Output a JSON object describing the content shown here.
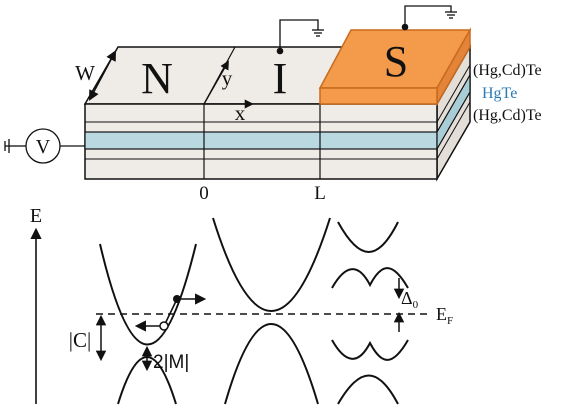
{
  "device": {
    "regions": {
      "normal": "N",
      "insulator": "I",
      "superconductor": "S"
    },
    "width_label": "W",
    "axis_x": "x",
    "axis_y": "y",
    "position_zero": "0",
    "position_L": "L",
    "voltmeter": "V",
    "layers": {
      "top": "(Hg,Cd)Te",
      "middle": "HgTe",
      "bottom": "(Hg,Cd)Te"
    }
  },
  "band_diagram": {
    "energy_axis": "E",
    "fermi_main": "E",
    "fermi_sub": "F",
    "delta_main": "Δ",
    "delta_sub": "0",
    "c_label": "|C|",
    "m_label": "2|M|"
  },
  "colors": {
    "superconductor_fill": "#f39a4b",
    "superconductor_stroke": "#c96a1c",
    "block_fill": "#efebe6",
    "hgte_layer": "#b9d8e0",
    "hgte_text": "#2a7ab5",
    "line": "#111111"
  }
}
